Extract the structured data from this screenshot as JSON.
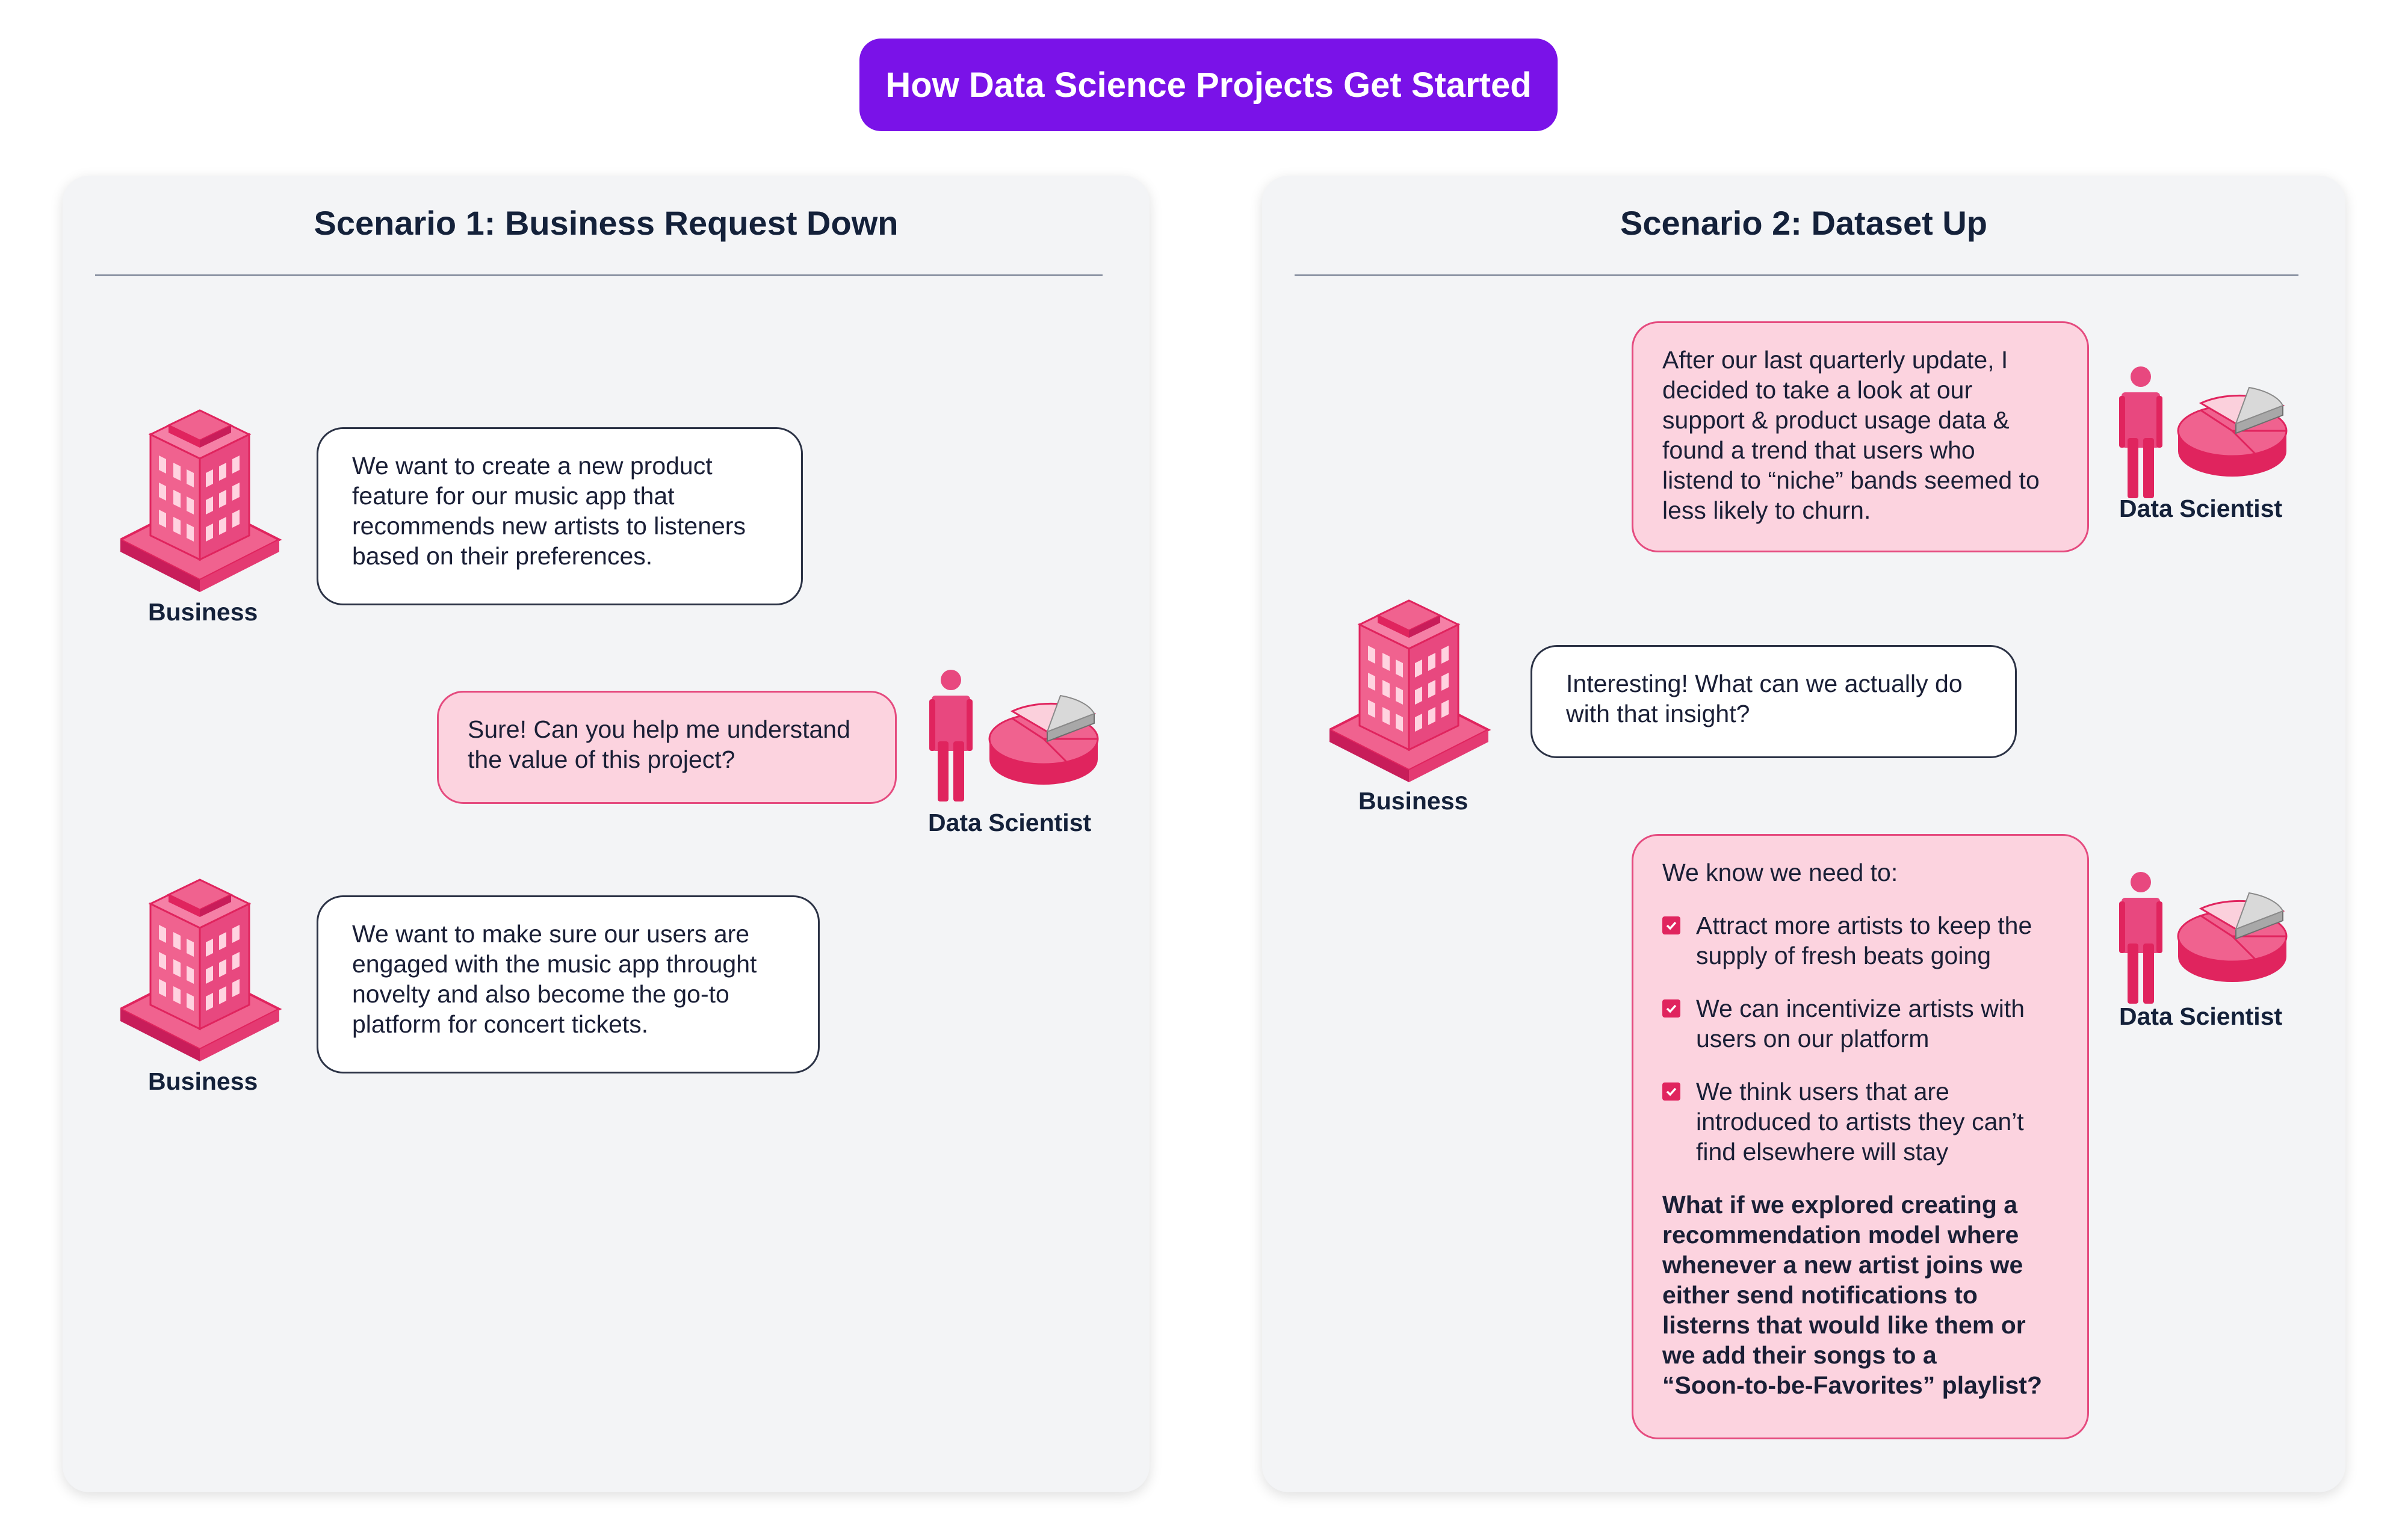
{
  "title": "How Data Science Projects Get Started",
  "colors": {
    "accent": "#7a12e8",
    "pink": "#f0628f",
    "bubble_pink": "#fcd3df",
    "checkbox": "#e0245e"
  },
  "scenario1": {
    "title": "Scenario 1: Business Request Down",
    "business_label": "Business",
    "data_scientist_label": "Data Scientist",
    "msg1": "We want to create a new product\nfeature for our music app that\nrecommends new artists to listeners\nbased on their preferences.",
    "msg2": "Sure! Can you help me understand\nthe value of this project?",
    "msg3": "We want to make sure our users are\nengaged with the music app throught\nnovelty and also become the go-to\nplatform for concert tickets."
  },
  "scenario2": {
    "title": "Scenario 2: Dataset Up",
    "business_label": "Business",
    "data_scientist_label": "Data Scientist",
    "msg1": "After our last quarterly update, I\ndecided to take a look at our\nsupport & product usage data &\nfound a trend that users who\nlistend to “niche” bands seemed to\nless likely to churn.",
    "msg2": "Interesting! What can we actually do\nwith that insight?",
    "msg3_intro": "We know we need to:",
    "msg3_items": [
      "Attract more artists to keep the\nsupply of fresh beats going",
      "We can incentivize artists with\nusers on our platform",
      "We think users that are\nintroduced to artists they can’t\nfind elsewhere will stay"
    ],
    "msg3_question": "What if we explored creating a\nrecommendation model where\nwhenever a new artist joins we\neither send notifications to\nlisterns that would like them or\nwe add their songs to a\n“Soon-to-be-Favorites” playlist?"
  },
  "icons": {
    "business": "building-icon",
    "data_scientist": "person-icon",
    "chart": "pie-chart-icon",
    "check": "checkbox-checked-icon"
  }
}
